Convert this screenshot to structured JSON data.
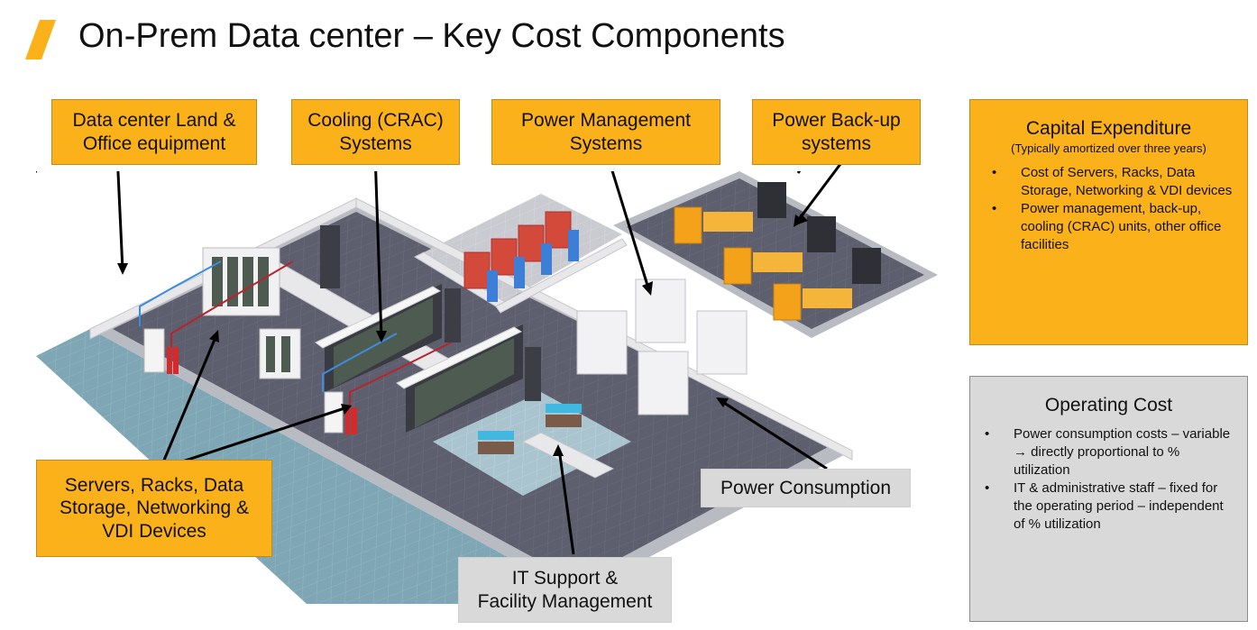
{
  "title": "On-Prem Data center – Key Cost Components",
  "colors": {
    "accent": "#fbb11a",
    "capex_panel": "#fbb11a",
    "opex_panel": "#d9d9d9",
    "grey_label": "#d9d9d9"
  },
  "labels": {
    "land_office": [
      "Data center Land &",
      "Office equipment"
    ],
    "cooling": [
      "Cooling (CRAC)",
      "Systems"
    ],
    "power_mgmt": [
      "Power Management",
      "Systems"
    ],
    "power_backup": [
      "Power Back-up",
      "systems"
    ],
    "servers": [
      "Servers, Racks, Data",
      "Storage, Networking &",
      "VDI Devices"
    ],
    "power_consumption": [
      "Power Consumption"
    ],
    "it_support": [
      "IT Support &",
      "Facility Management"
    ]
  },
  "capex": {
    "heading": "Capital Expenditure",
    "subheading": "(Typically amortized over three years)",
    "bullets": [
      "Cost of Servers, Racks, Data Storage, Networking & VDI devices",
      "Power management, back-up, cooling (CRAC) units, other office facilities"
    ]
  },
  "opex": {
    "heading": "Operating Cost",
    "bullets": [
      "Power consumption costs – variable → directly proportional to % utilization",
      "IT & administrative staff – fixed for the operating period – independent of % utilization"
    ]
  },
  "illustration": {
    "description": "Isometric data center floor plan",
    "icons": [
      "server-rack-icon",
      "crac-unit-icon",
      "power-cabinet-icon",
      "generator-icon",
      "fan-icon",
      "fire-extinguisher-icon",
      "operator-desk-icon"
    ]
  }
}
